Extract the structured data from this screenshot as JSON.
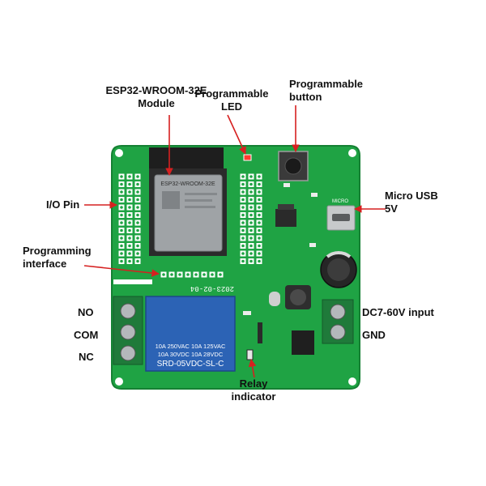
{
  "colors": {
    "board": "#1fa344",
    "board_edge": "#158033",
    "silk": "#ffffff",
    "callout": "#d62020",
    "relay": "#2c63b5",
    "module_dark": "#2b2b2b",
    "shield": "#9fa3a6"
  },
  "callouts": {
    "module": {
      "line1": "ESP32-WROOM-32E",
      "line2": "Module"
    },
    "led": {
      "line1": "Programmable",
      "line2": "LED"
    },
    "button": {
      "line1": "Programmable",
      "line2": "button"
    },
    "io_pin": {
      "text": "I/O Pin"
    },
    "programming": {
      "line1": "Programming",
      "line2": "interface"
    },
    "usb": {
      "line1": "Micro USB",
      "line2": "5V"
    },
    "power": {
      "line1": "DC7-60V input",
      "line2": "GND"
    },
    "relay_terminals": {
      "no": "NO",
      "com": "COM",
      "nc": "NC"
    },
    "relay_indicator": {
      "line1": "Relay",
      "line2": "indicator"
    }
  },
  "board_text": {
    "module_label": "ESP32-WROOM-32E",
    "relay_line1": "10A 250VAC  10A 125VAC",
    "relay_line2": "10A  30VDC  10A  28VDC",
    "relay_model": "SRD-05VDC-SL-C",
    "date": "2023-02-04",
    "usb_label": "MICRO"
  }
}
